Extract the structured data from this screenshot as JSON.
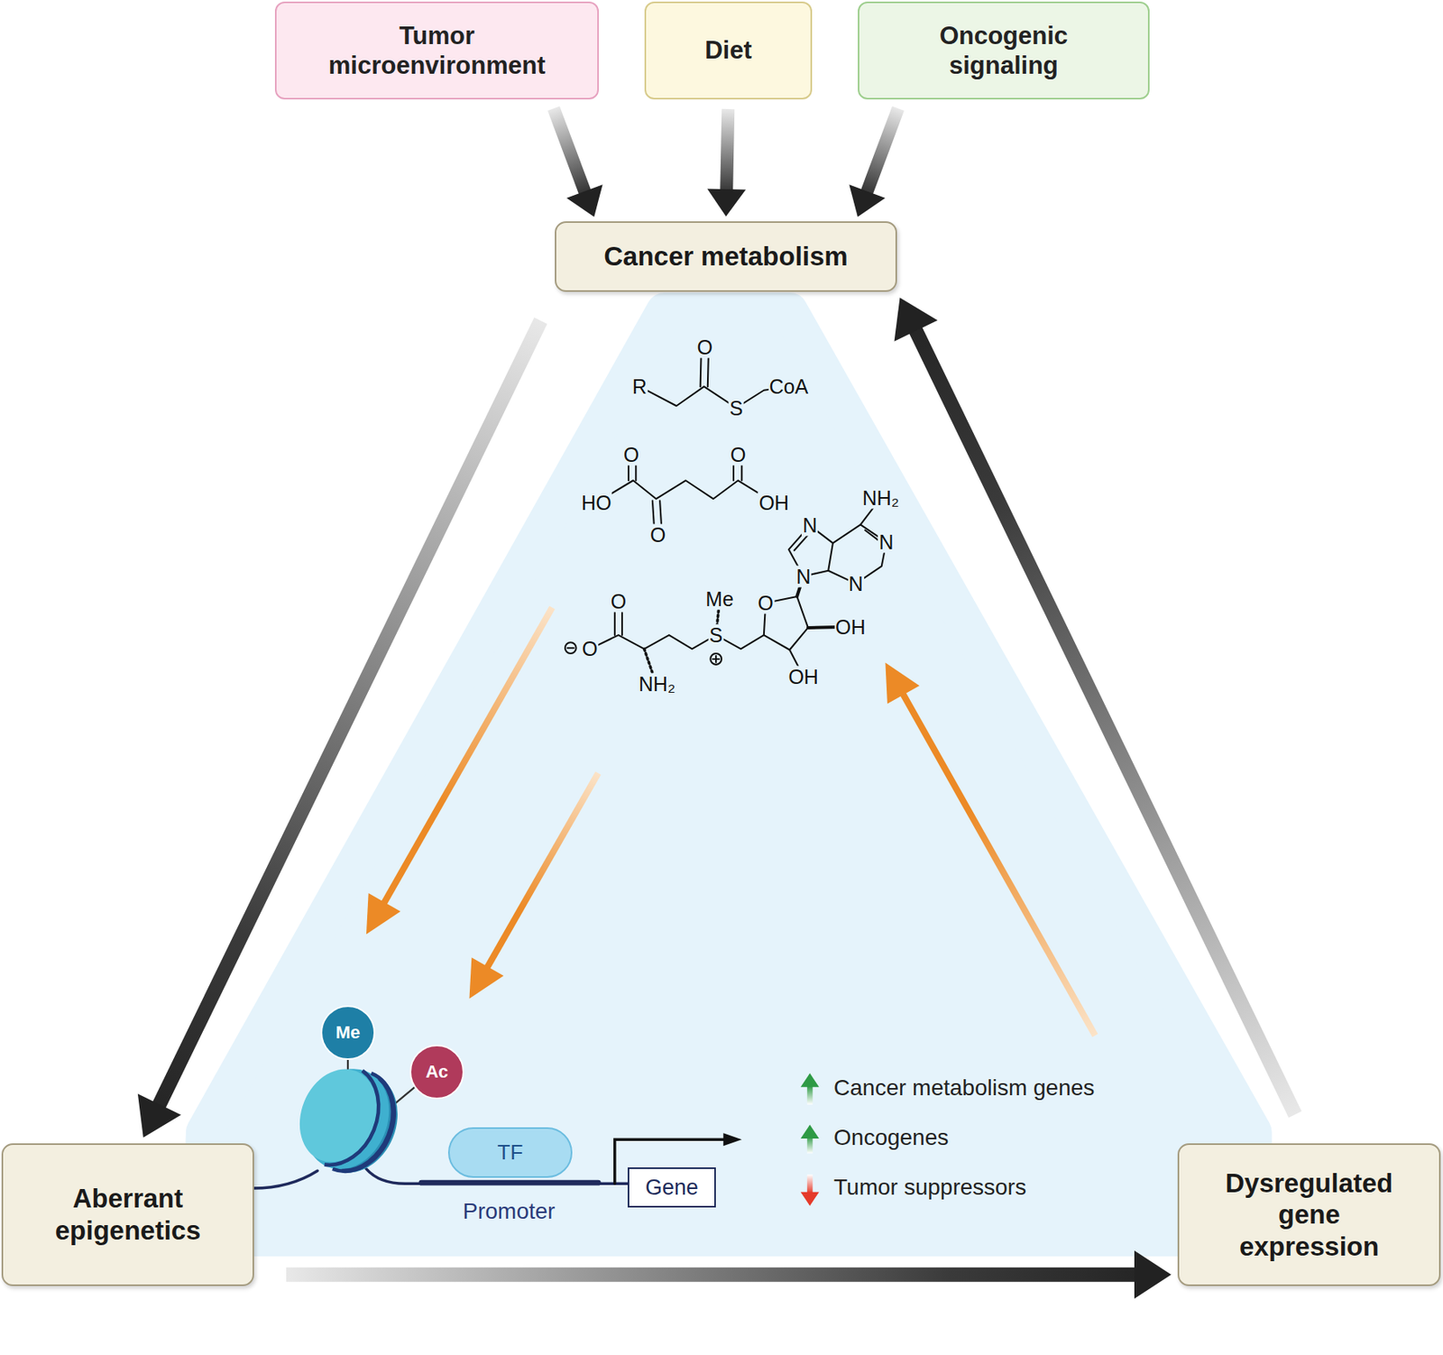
{
  "diagram": {
    "nodes": [
      {
        "text": [
          "Tumor microenvironment"
        ]
      },
      {
        "text": [
          "Diet"
        ]
      },
      {
        "text": [
          "Oncogenic signaling"
        ]
      },
      {
        "text": [
          "Cancer metabolism"
        ]
      },
      {
        "text": [
          "Aberrant epigenetics"
        ]
      },
      {
        "text": [
          "Dysregulated gene expression"
        ]
      },
      {
        "text": [
          "Me"
        ]
      },
      {
        "text": [
          "Ac"
        ]
      },
      {
        "text": [
          "TF"
        ]
      },
      {
        "text": [
          "Gene"
        ]
      }
    ],
    "edges": [
      {
        "from": 0,
        "to": 3,
        "arrow": "to"
      },
      {
        "from": 1,
        "to": 3,
        "arrow": "to"
      },
      {
        "from": 2,
        "to": 3,
        "arrow": "to"
      },
      {
        "from": 3,
        "to": 4,
        "arrow": "to"
      },
      {
        "from": 4,
        "to": 5,
        "arrow": "to"
      },
      {
        "from": 5,
        "to": 3,
        "arrow": "to"
      }
    ],
    "labels": [
      "R",
      "O",
      "S",
      "CoA",
      "O",
      "O",
      "HO",
      "OH",
      "O",
      "NH₂",
      "N",
      "N",
      "N",
      "N",
      "Me",
      "O",
      "S",
      "OH",
      "OH",
      "O",
      "O",
      "NH₂",
      "Promoter",
      "Cancer metabolism genes",
      "Oncogenes",
      "Tumor suppressors"
    ]
  }
}
